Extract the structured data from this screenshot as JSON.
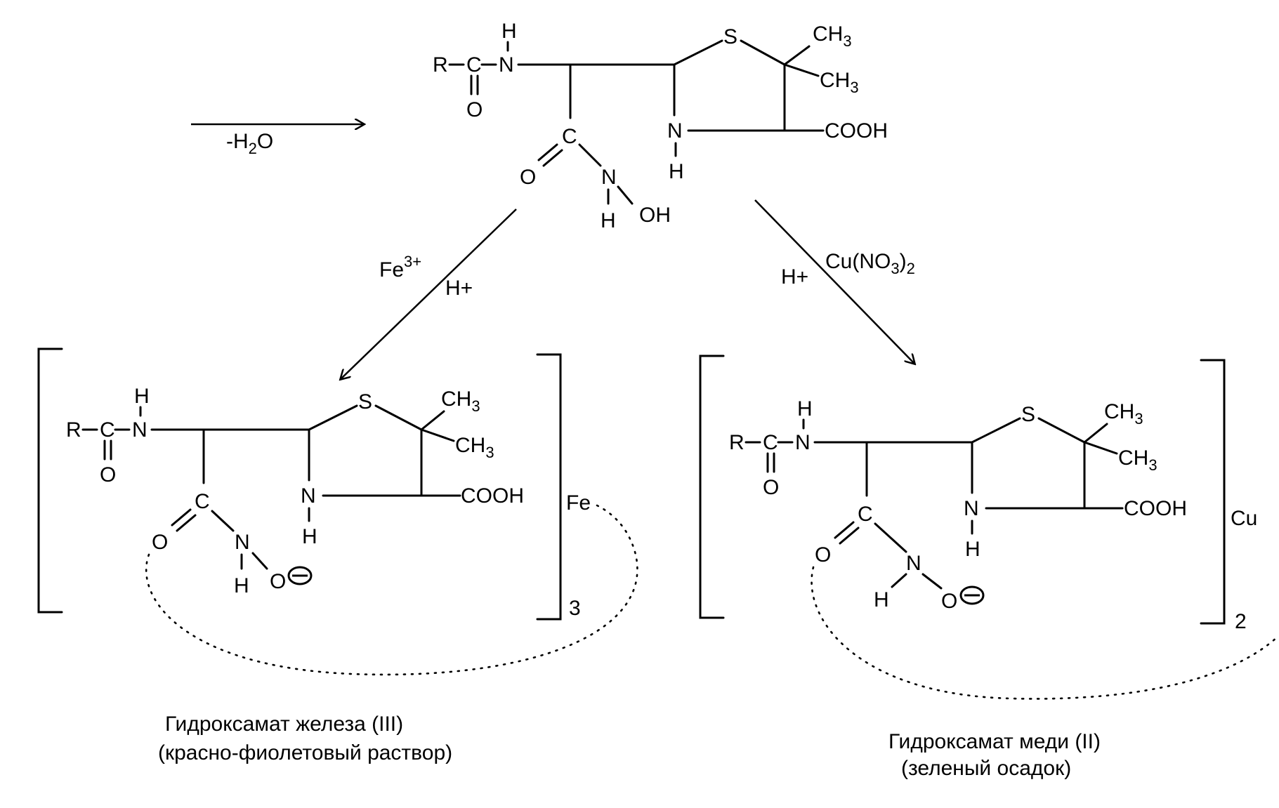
{
  "atoms": {
    "R": "R",
    "C": "C",
    "N": "N",
    "H": "H",
    "O": "O",
    "S": "S",
    "CH": "CH",
    "three": "3",
    "COOH": "COOH",
    "OH": "OH"
  },
  "reagents": {
    "water_minus": "-H",
    "water_sub": "2",
    "water_o": "O",
    "fe": "Fe",
    "fe_charge": "3+",
    "h_plus": "H+",
    "cu_nitrate": "Cu(NO",
    "cu_sub3": "3",
    "cu_close": ")",
    "cu_sub2": "2"
  },
  "complexes": {
    "iron_metal": "Fe",
    "iron_count": "3",
    "copper_metal": "Cu",
    "copper_count": "2",
    "anion_symbol": "−"
  },
  "captions": {
    "iron_name": "Гидроксамат железа (III)",
    "iron_desc": "(красно-фиолетовый раствор)",
    "copper_name": "Гидроксамат меди (II)",
    "copper_desc": "(зеленый осадок)"
  }
}
